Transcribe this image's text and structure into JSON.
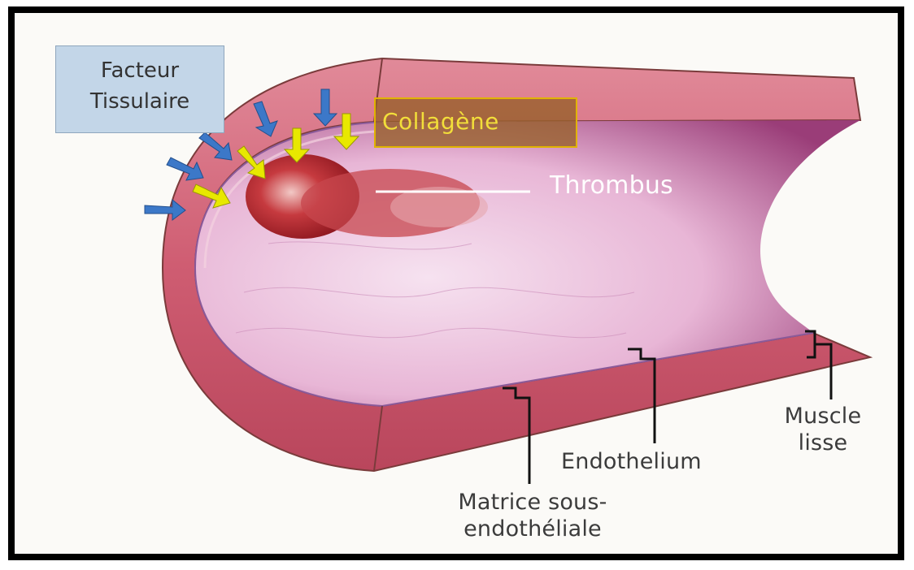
{
  "labels": {
    "facteur_tissulaire": [
      "Facteur",
      "Tissulaire"
    ],
    "collagene": "Collagène",
    "thrombus": "Thrombus",
    "muscle_lisse": [
      "Muscle",
      "lisse"
    ],
    "endothelium": "Endothelium",
    "matrice": [
      "Matrice sous-",
      "endothéliale"
    ]
  },
  "colors": {
    "frame": "#000000",
    "muscle": "#d2697e",
    "lumen": "#e9b9d8",
    "thrombus": "#b3202a",
    "blue_arrow": "#3c78c8",
    "yellow_arrow": "#e8e800",
    "facteur_box": "#c3d6e8",
    "collagene_box": "#965f28",
    "collagene_text": "#f2de3a"
  },
  "icons": [
    "blue-arrow-icon",
    "yellow-arrow-icon"
  ]
}
